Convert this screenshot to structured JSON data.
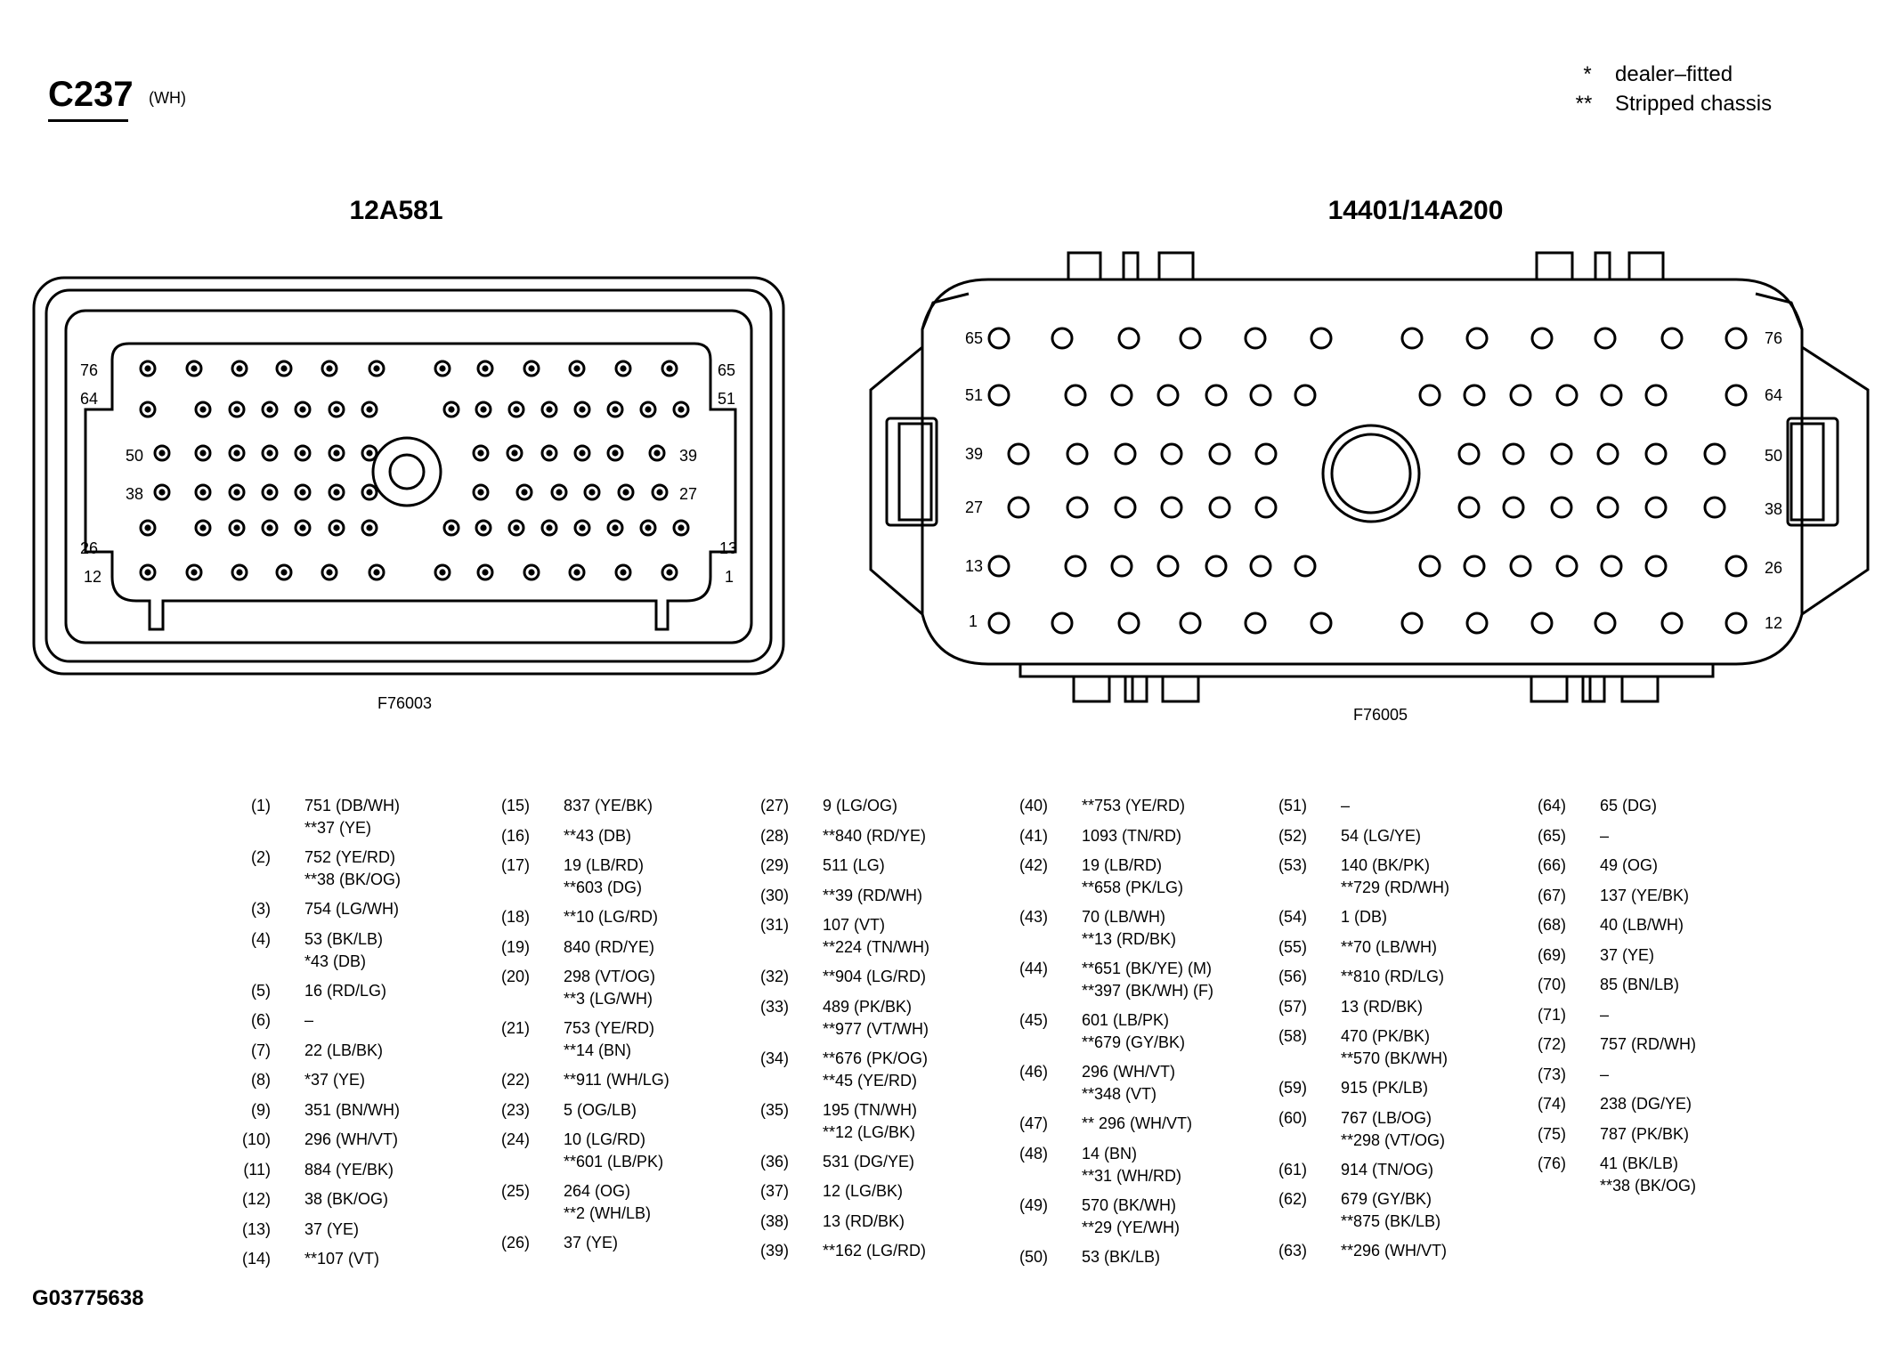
{
  "connector": {
    "id": "C237",
    "color_code": "(WH)"
  },
  "legend": [
    {
      "symbol": "*",
      "text": "dealer–fitted"
    },
    {
      "symbol": "**",
      "text": "Stripped chassis"
    }
  ],
  "left_connector": {
    "part_number": "12A581",
    "figure_ref": "F76003",
    "pin_labels": [
      "76",
      "64",
      "50",
      "38",
      "26",
      "12",
      "65",
      "51",
      "39",
      "27",
      "13",
      "1"
    ]
  },
  "right_connector": {
    "part_number": "14401/14A200",
    "figure_ref": "F76005",
    "pin_labels": [
      "65",
      "51",
      "39",
      "27",
      "13",
      "1",
      "76",
      "64",
      "50",
      "38",
      "26",
      "12"
    ]
  },
  "diagram_code": "G03775638",
  "pins": [
    {
      "num": "(1)",
      "wires": [
        "751 (DB/WH)",
        "**37 (YE)"
      ]
    },
    {
      "num": "(2)",
      "wires": [
        "752 (YE/RD)",
        "**38 (BK/OG)"
      ]
    },
    {
      "num": "(3)",
      "wires": [
        "754 (LG/WH)"
      ]
    },
    {
      "num": "(4)",
      "wires": [
        "53 (BK/LB)",
        "*43 (DB)"
      ]
    },
    {
      "num": "(5)",
      "wires": [
        "16 (RD/LG)"
      ]
    },
    {
      "num": "(6)",
      "wires": [
        "–"
      ]
    },
    {
      "num": "(7)",
      "wires": [
        "22 (LB/BK)"
      ]
    },
    {
      "num": "(8)",
      "wires": [
        "*37 (YE)"
      ]
    },
    {
      "num": "(9)",
      "wires": [
        "351 (BN/WH)"
      ]
    },
    {
      "num": "(10)",
      "wires": [
        "296 (WH/VT)"
      ]
    },
    {
      "num": "(11)",
      "wires": [
        "884 (YE/BK)"
      ]
    },
    {
      "num": "(12)",
      "wires": [
        "38 (BK/OG)"
      ]
    },
    {
      "num": "(13)",
      "wires": [
        "37 (YE)"
      ]
    },
    {
      "num": "(14)",
      "wires": [
        "**107 (VT)"
      ]
    },
    {
      "num": "(15)",
      "wires": [
        "837 (YE/BK)"
      ]
    },
    {
      "num": "(16)",
      "wires": [
        "**43 (DB)"
      ]
    },
    {
      "num": "(17)",
      "wires": [
        "19 (LB/RD)",
        "**603 (DG)"
      ]
    },
    {
      "num": "(18)",
      "wires": [
        "**10 (LG/RD)"
      ]
    },
    {
      "num": "(19)",
      "wires": [
        "840 (RD/YE)"
      ]
    },
    {
      "num": "(20)",
      "wires": [
        "298 (VT/OG)",
        "**3 (LG/WH)"
      ]
    },
    {
      "num": "(21)",
      "wires": [
        "753 (YE/RD)",
        "**14 (BN)"
      ]
    },
    {
      "num": "(22)",
      "wires": [
        "**911 (WH/LG)"
      ]
    },
    {
      "num": "(23)",
      "wires": [
        "5 (OG/LB)"
      ]
    },
    {
      "num": "(24)",
      "wires": [
        "10 (LG/RD)",
        "**601 (LB/PK)"
      ]
    },
    {
      "num": "(25)",
      "wires": [
        "264 (OG)",
        "**2 (WH/LB)"
      ]
    },
    {
      "num": "(26)",
      "wires": [
        "37 (YE)"
      ]
    },
    {
      "num": "(27)",
      "wires": [
        "9 (LG/OG)"
      ]
    },
    {
      "num": "(28)",
      "wires": [
        "**840 (RD/YE)"
      ]
    },
    {
      "num": "(29)",
      "wires": [
        "511 (LG)"
      ]
    },
    {
      "num": "(30)",
      "wires": [
        "**39 (RD/WH)"
      ]
    },
    {
      "num": "(31)",
      "wires": [
        "107 (VT)",
        "**224 (TN/WH)"
      ]
    },
    {
      "num": "(32)",
      "wires": [
        "**904 (LG/RD)"
      ]
    },
    {
      "num": "(33)",
      "wires": [
        "489 (PK/BK)",
        "**977 (VT/WH)"
      ]
    },
    {
      "num": "(34)",
      "wires": [
        "**676 (PK/OG)",
        "**45 (YE/RD)"
      ]
    },
    {
      "num": "(35)",
      "wires": [
        "195 (TN/WH)",
        "**12 (LG/BK)"
      ]
    },
    {
      "num": "(36)",
      "wires": [
        "531 (DG/YE)"
      ]
    },
    {
      "num": "(37)",
      "wires": [
        "12 (LG/BK)"
      ]
    },
    {
      "num": "(38)",
      "wires": [
        "13 (RD/BK)"
      ]
    },
    {
      "num": "(39)",
      "wires": [
        "**162 (LG/RD)"
      ]
    },
    {
      "num": "(40)",
      "wires": [
        "**753 (YE/RD)"
      ]
    },
    {
      "num": "(41)",
      "wires": [
        "1093 (TN/RD)"
      ]
    },
    {
      "num": "(42)",
      "wires": [
        "19 (LB/RD)",
        "**658 (PK/LG)"
      ]
    },
    {
      "num": "(43)",
      "wires": [
        "70 (LB/WH)",
        "**13 (RD/BK)"
      ]
    },
    {
      "num": "(44)",
      "wires": [
        "**651 (BK/YE) (M)",
        "**397 (BK/WH) (F)"
      ]
    },
    {
      "num": "(45)",
      "wires": [
        "601 (LB/PK)",
        "**679 (GY/BK)"
      ]
    },
    {
      "num": "(46)",
      "wires": [
        "296 (WH/VT)",
        "**348 (VT)"
      ]
    },
    {
      "num": "(47)",
      "wires": [
        "** 296 (WH/VT)"
      ]
    },
    {
      "num": "(48)",
      "wires": [
        "14 (BN)",
        "**31 (WH/RD)"
      ]
    },
    {
      "num": "(49)",
      "wires": [
        "570 (BK/WH)",
        "**29 (YE/WH)"
      ]
    },
    {
      "num": "(50)",
      "wires": [
        "53 (BK/LB)"
      ]
    },
    {
      "num": "(51)",
      "wires": [
        "–"
      ]
    },
    {
      "num": "(52)",
      "wires": [
        "54 (LG/YE)"
      ]
    },
    {
      "num": "(53)",
      "wires": [
        "140 (BK/PK)",
        "**729 (RD/WH)"
      ]
    },
    {
      "num": "(54)",
      "wires": [
        "1 (DB)"
      ]
    },
    {
      "num": "(55)",
      "wires": [
        "**70 (LB/WH)"
      ]
    },
    {
      "num": "(56)",
      "wires": [
        "**810 (RD/LG)"
      ]
    },
    {
      "num": "(57)",
      "wires": [
        "13 (RD/BK)"
      ]
    },
    {
      "num": "(58)",
      "wires": [
        "470 (PK/BK)",
        "**570 (BK/WH)"
      ]
    },
    {
      "num": "(59)",
      "wires": [
        "915 (PK/LB)"
      ]
    },
    {
      "num": "(60)",
      "wires": [
        "767 (LB/OG)",
        "**298 (VT/OG)"
      ]
    },
    {
      "num": "(61)",
      "wires": [
        "914 (TN/OG)"
      ]
    },
    {
      "num": "(62)",
      "wires": [
        "679 (GY/BK)",
        "**875 (BK/LB)"
      ]
    },
    {
      "num": "(63)",
      "wires": [
        "**296 (WH/VT)"
      ]
    },
    {
      "num": "(64)",
      "wires": [
        "65 (DG)"
      ]
    },
    {
      "num": "(65)",
      "wires": [
        "–"
      ]
    },
    {
      "num": "(66)",
      "wires": [
        "49 (OG)"
      ]
    },
    {
      "num": "(67)",
      "wires": [
        "137 (YE/BK)"
      ]
    },
    {
      "num": "(68)",
      "wires": [
        "40 (LB/WH)"
      ]
    },
    {
      "num": "(69)",
      "wires": [
        "37 (YE)"
      ]
    },
    {
      "num": "(70)",
      "wires": [
        "85 (BN/LB)"
      ]
    },
    {
      "num": "(71)",
      "wires": [
        "–"
      ]
    },
    {
      "num": "(72)",
      "wires": [
        "757 (RD/WH)"
      ]
    },
    {
      "num": "(73)",
      "wires": [
        "–"
      ]
    },
    {
      "num": "(74)",
      "wires": [
        "238 (DG/YE)"
      ]
    },
    {
      "num": "(75)",
      "wires": [
        "787 (PK/BK)"
      ]
    },
    {
      "num": "(76)",
      "wires": [
        "41 (BK/LB)",
        "**38 (BK/OG)"
      ]
    }
  ]
}
